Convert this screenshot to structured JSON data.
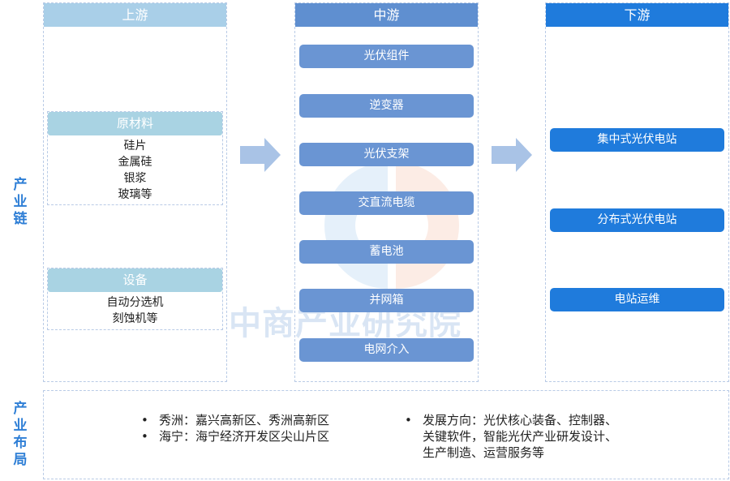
{
  "side_labels": {
    "chain": "产业链",
    "layout": "产业布局"
  },
  "upstream": {
    "title": "上游",
    "groups": [
      {
        "title": "原材料",
        "items": [
          "硅片",
          "金属硅",
          "银浆",
          "玻璃等"
        ]
      },
      {
        "title": "设备",
        "items": [
          "自动分选机",
          "刻蚀机等"
        ]
      }
    ]
  },
  "midstream": {
    "title": "中游",
    "items": [
      "光伏组件",
      "逆变器",
      "光伏支架",
      "交直流电缆",
      "蓄电池",
      "并网箱",
      "电网介入"
    ]
  },
  "downstream": {
    "title": "下游",
    "items": [
      "集中式光伏电站",
      "分布式光伏电站",
      "电站运维"
    ]
  },
  "watermark": "中商产业研究院",
  "layout": {
    "left": [
      "秀洲：嘉兴高新区、秀洲高新区",
      "海宁：海宁经济开发区尖山片区"
    ],
    "right_lines": [
      "发展方向：光伏核心装备、控制器、",
      "关键软件，智能光伏产业研发设计、",
      "生产制造、运营服务等"
    ],
    "bullet": "•"
  },
  "colors": {
    "upstream_header": "#a9cfe8",
    "midstream_header": "#5f8fd0",
    "downstream_header": "#1f7bdc",
    "side_label": "#2f7fd6",
    "arrow": "#a9c3e6"
  }
}
